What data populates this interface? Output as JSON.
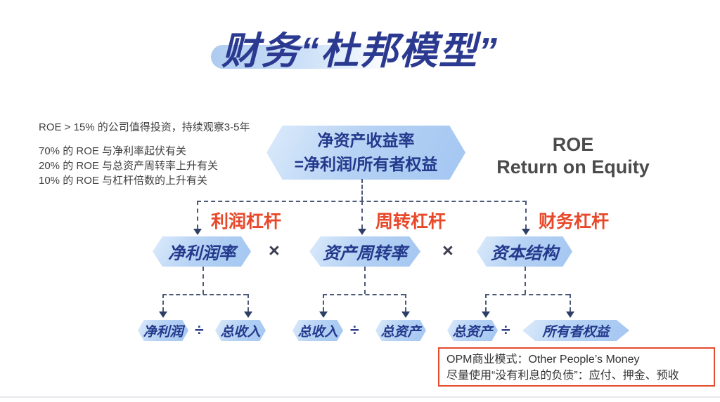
{
  "title": "财务“杜邦模型”",
  "notes": [
    "ROE > 15% 的公司值得投资，持续观察3-5年",
    "70% 的 ROE 与净利率起伏有关",
    "20% 的 ROE 与总资产周转率上升有关",
    "10% 的 ROE 与杠杆倍数的上升有关"
  ],
  "root_box": {
    "line1": "净资产收益率",
    "line2": "=净利润/所有者权益"
  },
  "roe_english": {
    "line1": "ROE",
    "line2": "Return on Equity"
  },
  "levers": [
    "利润杠杆",
    "周转杠杆",
    "财务杠杆"
  ],
  "operators": {
    "multiply": "×",
    "divide": "÷"
  },
  "middle_boxes": [
    "净利润率",
    "资产周转率",
    "资本结构"
  ],
  "bottom_groups": [
    {
      "left": "净利润",
      "right": "总收入"
    },
    {
      "left": "总收入",
      "right": "总资产"
    },
    {
      "left": "总资产",
      "right": "所有者权益"
    }
  ],
  "opm_note": {
    "line1": "OPM商业模式：Other People’s Money",
    "line2": "尽量使用“没有利息的负债”：应付、押金、预收"
  },
  "colors": {
    "title_navy": "#2b3a90",
    "box_fill_light": "#dcebfb",
    "box_fill_deep": "#a3c6f1",
    "box_text_navy": "#23398c",
    "lever_orange": "#e8482a",
    "connector_slate": "#4b5877",
    "opm_border_red": "#e44a2d",
    "note_gray": "#3f3f3f"
  }
}
